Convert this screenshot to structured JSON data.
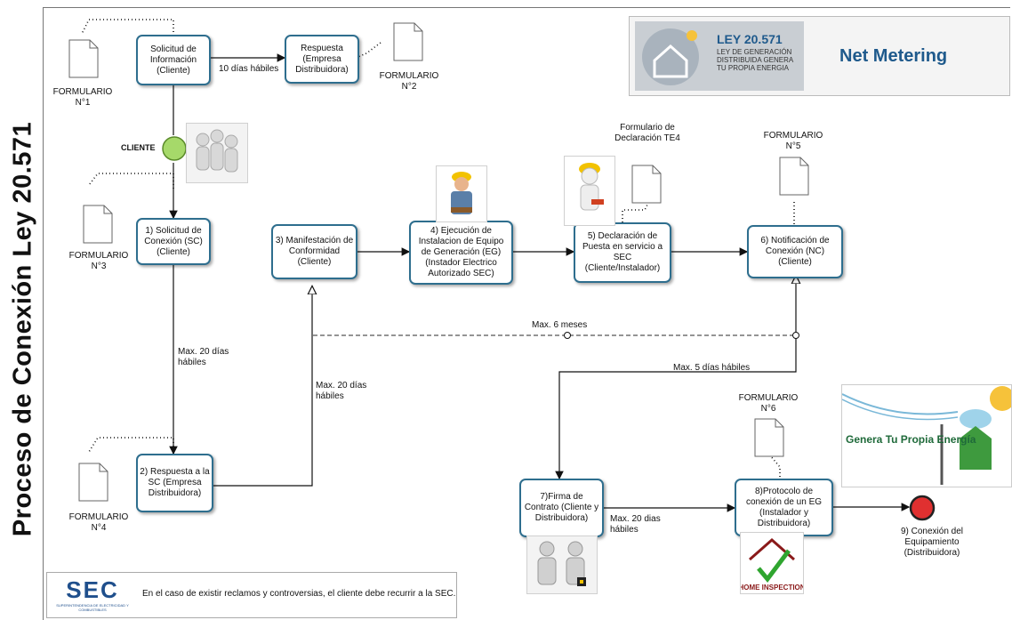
{
  "title": "Proceso de Conexión Ley 20.571",
  "banner": {
    "law_title": "LEY 20.571",
    "law_subtitle": "LEY DE GENERACIÓN DISTRIBUIDA GENERA TU PROPIA ENERGIA",
    "heading": "Net Metering"
  },
  "nodes": {
    "solicitud_info": "Solicitud de Información (Cliente)",
    "respuesta": "Respuesta (Empresa Distribuidora)",
    "n1": "1) Solicitud de Conexión (SC) (Cliente)",
    "n2": "2) Respuesta a la SC (Empresa Distribuidora)",
    "n3": "3) Manifestación de Conformidad (Cliente)",
    "n4": "4) Ejecución de Instalacion de Equipo de Generación (EG) (Instador Electrico Autorizado SEC)",
    "n5": "5) Declaración de Puesta en servicio a SEC (Cliente/Instalador)",
    "n6": "6) Notificación de Conexión (NC) (Cliente)",
    "n7": "7)Firma de Contrato (Cliente y Distribuidora)",
    "n8": "8)Protocolo de conexión de un EG (Instalador y Distribuidora)"
  },
  "labels": {
    "dias10": "10 días hábiles",
    "f1": "FORMULARIO N°1",
    "f2": "FORMULARIO N°2",
    "f3": "FORMULARIO N°3",
    "f4": "FORMULARIO N°4",
    "f5": "FORMULARIO N°5",
    "f6": "FORMULARIO N°6",
    "te4": "Formulario de Declaración TE4",
    "cliente": "CLIENTE",
    "max20a": "Max. 20 días hábiles",
    "max20b": "Max. 20 días hábiles",
    "max6m": "Max. 6 meses",
    "max5": "Max. 5 días hábiles",
    "max20c": "Max. 20 dias hábiles",
    "end": "9) Conexión del Equipamiento (Distribuidora)"
  },
  "footer": {
    "logo": "SEC",
    "logo_sub": "SUPERINTENDENCIA DE ELECTRICIDAD Y COMBUSTIBLES",
    "text": "En el caso de existir reclamos y controversias, el cliente debe recurrir a la SEC."
  },
  "side_image": {
    "text": "Genera Tu Propia Energía"
  },
  "inspection": {
    "text": "HOME INSPECTION"
  },
  "colors": {
    "box_border": "#2e6e8e",
    "start": "#a6d96a",
    "end": "#e03030",
    "brand": "#1f5a8c"
  }
}
